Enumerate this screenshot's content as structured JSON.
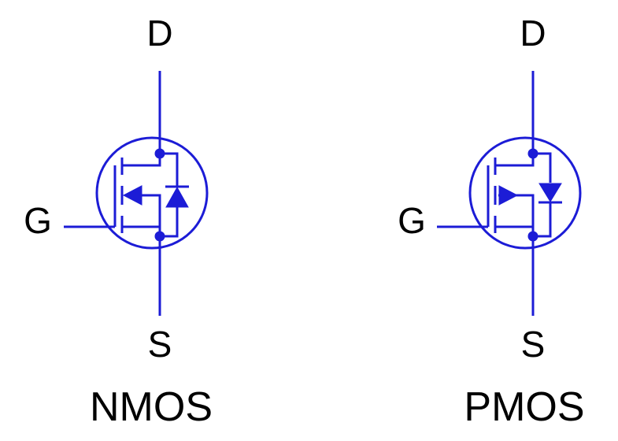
{
  "colors": {
    "wire": "#1c1cd6",
    "text": "#000000",
    "background": "#ffffff"
  },
  "nmos": {
    "caption": "NMOS",
    "drain_label": "D",
    "gate_label": "G",
    "source_label": "S"
  },
  "pmos": {
    "caption": "PMOS",
    "drain_label": "D",
    "gate_label": "G",
    "source_label": "S"
  }
}
